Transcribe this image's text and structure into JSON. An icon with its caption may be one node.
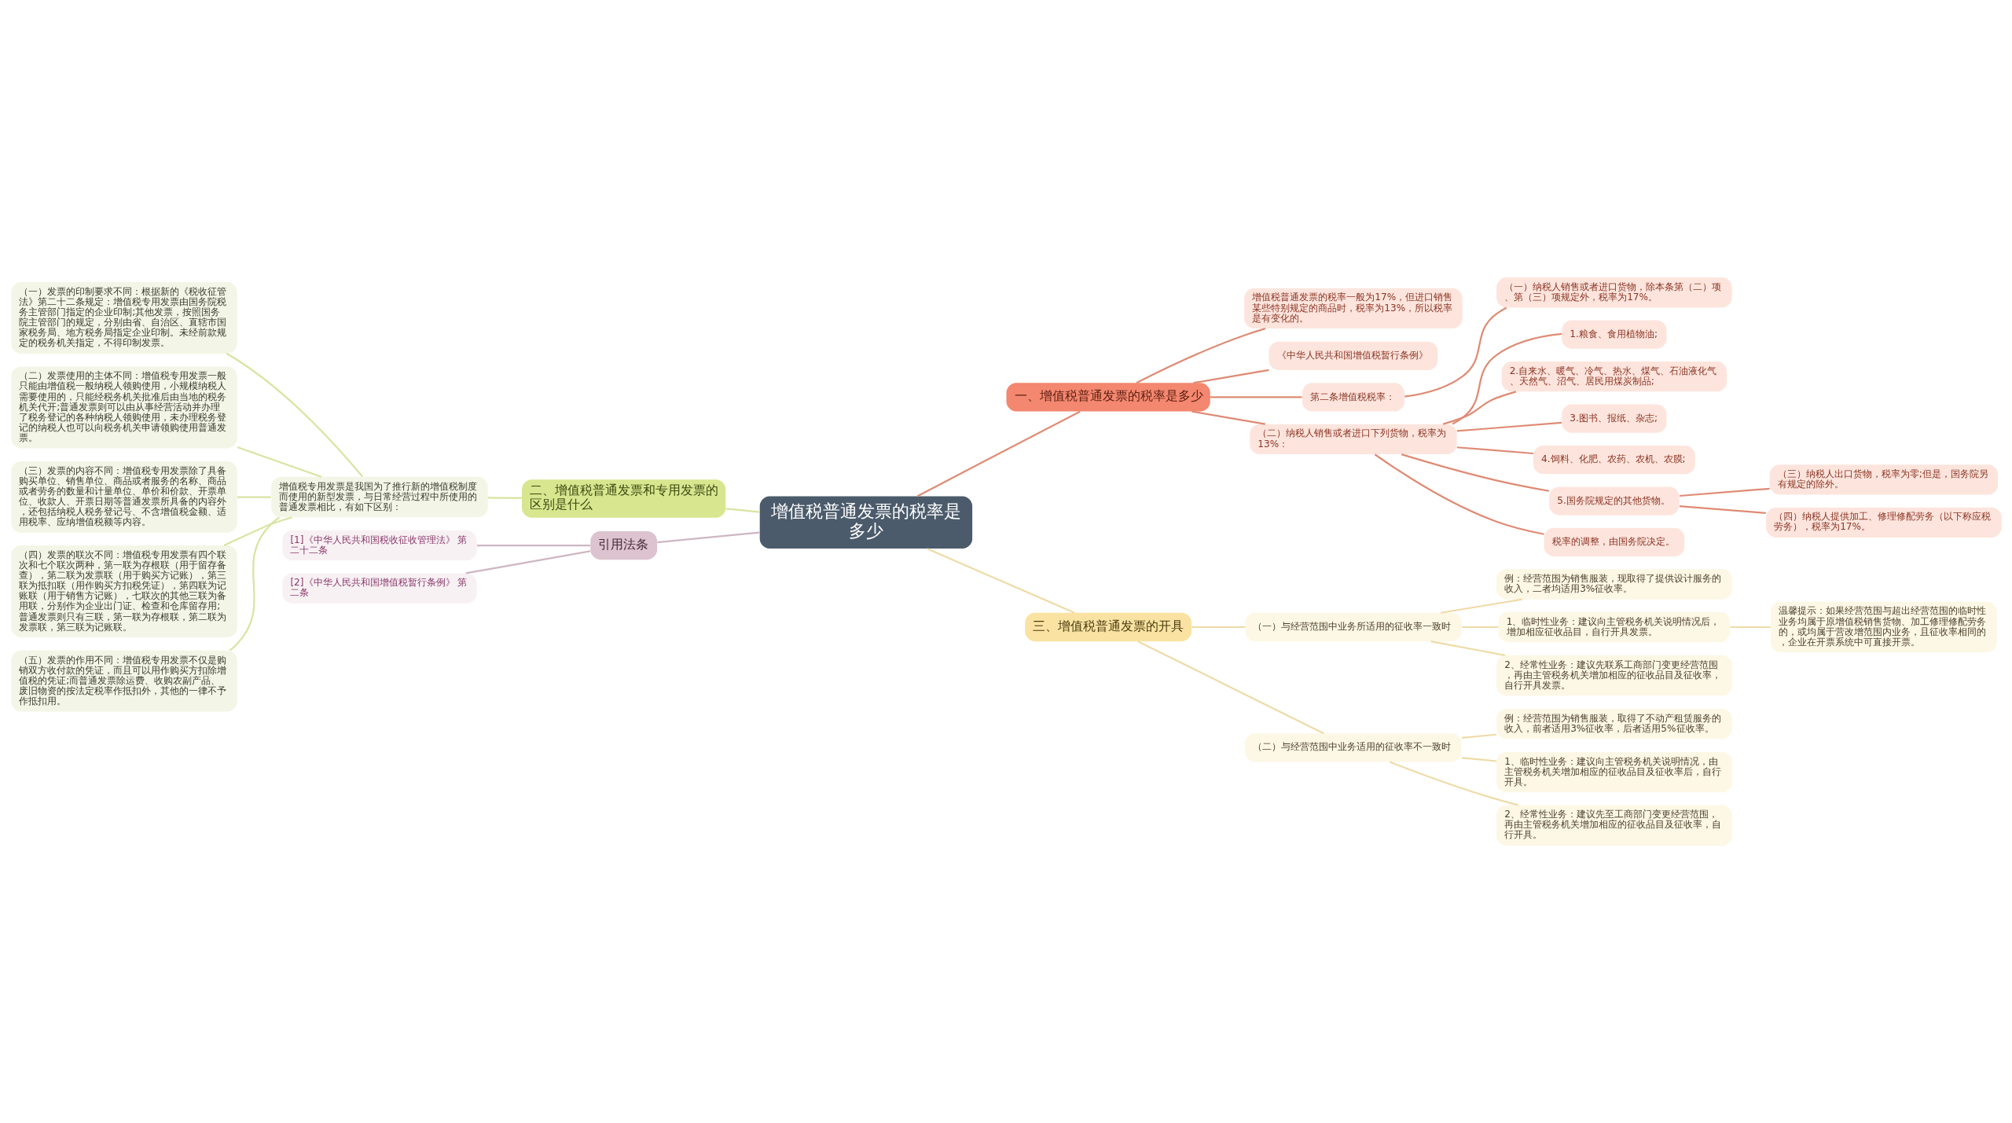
{
  "diagram": {
    "nodes": [
      {
        "text": [
          "增值税普通发票的税率是多少"
        ]
      },
      {
        "text": [
          "一、增值税普通发票的税率是多少"
        ]
      },
      {
        "text": [
          "增值税普通发票的税率一般为17%，但进口销售某些特别规定的商品时，税率为13%，所以税率是有变化的。"
        ]
      },
      {
        "text": [
          "《中华人民共和国增值税暂行条例》"
        ]
      },
      {
        "text": [
          "第二条增值税税率："
        ]
      },
      {
        "text": [
          "（一）纳税人销售或者进口货物，除本条第（二）项、第（三）项规定外，税率为17%。"
        ]
      },
      {
        "text": [
          "（二）纳税人销售或者进口下列货物，税率为13%："
        ]
      },
      {
        "text": [
          "1.粮食、食用植物油;"
        ]
      },
      {
        "text": [
          "2.自来水、暖气、冷气、热水、煤气、石油液化气、天然气、沼气、居民用煤炭制品;"
        ]
      },
      {
        "text": [
          "3.图书、报纸、杂志;"
        ]
      },
      {
        "text": [
          "4.饲料、化肥、农药、农机、农膜;"
        ]
      },
      {
        "text": [
          "5.国务院规定的其他货物。"
        ]
      },
      {
        "text": [
          "（三）纳税人出口货物，税率为零;但是，国务院另有规定的除外。"
        ]
      },
      {
        "text": [
          "（四）纳税人提供加工、修理修配劳务（以下称应税劳务），税率为17%。"
        ]
      },
      {
        "text": [
          "税率的调整，由国务院决定。"
        ]
      },
      {
        "text": [
          "三、增值税普通发票的开具"
        ]
      },
      {
        "text": [
          "（一）与经营范围中业务所适用的征收率一致时"
        ]
      },
      {
        "text": [
          "例：经营范围为销售服装，现取得了提供设计服务的收入，二者均适用3%征收率。"
        ]
      },
      {
        "text": [
          "1、临时性业务：建议向主管税务机关说明情况后，增加相应征收品目，自行开具发票。"
        ]
      },
      {
        "text": [
          "温馨提示：如果经营范围与超出经营范围的临时性业务均属于原增值税销售货物、加工修理修配劳务的，或均属于营改增范围内业务，且征收率相同的，企业在开票系统中可直接开票。"
        ]
      },
      {
        "text": [
          "2、经常性业务：建议先联系工商部门变更经营范围，再由主管税务机关增加相应的征收品目及征收率，自行开具发票。"
        ]
      },
      {
        "text": [
          "（二）与经营范围中业务适用的征收率不一致时"
        ]
      },
      {
        "text": [
          "例：经营范围为销售服装，取得了不动产租赁服务的收入，前者适用3%征收率，后者适用5%征收率。"
        ]
      },
      {
        "text": [
          "1、临时性业务：建议向主管税务机关说明情况，由主管税务机关增加相应的征收品目及征收率后，自行开具。"
        ]
      },
      {
        "text": [
          "2、经常性业务：建议先至工商部门变更经营范围，再由主管税务机关增加相应的征收品目及征收率，自行开具。"
        ]
      },
      {
        "text": [
          "二、增值税普通发票和专用发票的区别是什么"
        ]
      },
      {
        "text": [
          "增值税专用发票是我国为了推行新的增值税制度而使用的新型发票，与日常经营过程中所使用的普通发票相比，有如下区别："
        ]
      },
      {
        "text": [
          "（一）发票的印制要求不同：根据新的《税收征管法》第二十二条规定：增值税专用发票由国务院税务主管部门指定的企业印制;其他发票，按照国务院主管部门的规定，分别由省、自治区、直辖市国家税务局、地方税务局指定企业印制。未经前款规定的税务机关指定，不得印制发票。"
        ]
      },
      {
        "text": [
          "（二）发票使用的主体不同：增值税专用发票一般只能由增值税一般纳税人领购使用，小规模纳税人需要使用的，只能经税务机关批准后由当地的税务机关代开;普通发票则可以由从事经营活动并办理了税务登记的各种纳税人领购使用，未办理税务登记的纳税人也可以向税务机关申请领购使用普通发票。"
        ]
      },
      {
        "text": [
          "（三）发票的内容不同：增值税专用发票除了具备购买单位、销售单位、商品或者服务的名称、商品或者劳务的数量和计量单位、单价和价款、开票单位、收款人、开票日期等普通发票所具备的内容外，还包括纳税人税务登记号、不含增值税金额、适用税率、应纳增值税额等内容。"
        ]
      },
      {
        "text": [
          "（四）发票的联次不同：增值税专用发票有四个联次和七个联次两种，第一联为存根联（用于留存备查），第二联为发票联（用于购买方记账），第三联为抵扣联（用作购买方扣税凭证），第四联为记账联（用于销售方记账），七联次的其他三联为备用联，分别作为企业出门证、检查和仓库留存用;普通发票则只有三联，第一联为存根联，第二联为发票联，第三联为记账联。"
        ]
      },
      {
        "text": [
          "（五）发票的作用不同：增值税专用发票不仅是购销双方收付款的凭证，而且可以用作购买方扣除增值税的凭证;而普通发票除运费、收购农副产品、废旧物资的按法定税率作抵扣外，其他的一律不予作抵扣用。"
        ]
      },
      {
        "text": [
          "引用法条"
        ]
      },
      {
        "text": [
          "[1]《中华人民共和国税收征收管理法》 第二十二条"
        ]
      },
      {
        "text": [
          "[2]《中华人民共和国增值税暂行条例》 第二条"
        ]
      }
    ],
    "edges": [
      {
        "from": 0,
        "to": 1,
        "arrow": "none"
      },
      {
        "from": 1,
        "to": 2,
        "arrow": "none"
      },
      {
        "from": 1,
        "to": 3,
        "arrow": "none"
      },
      {
        "from": 1,
        "to": 4,
        "arrow": "none"
      },
      {
        "from": 4,
        "to": 5,
        "arrow": "none"
      },
      {
        "from": 1,
        "to": 6,
        "arrow": "none"
      },
      {
        "from": 6,
        "to": 7,
        "arrow": "none"
      },
      {
        "from": 6,
        "to": 8,
        "arrow": "none"
      },
      {
        "from": 6,
        "to": 9,
        "arrow": "none"
      },
      {
        "from": 6,
        "to": 10,
        "arrow": "none"
      },
      {
        "from": 6,
        "to": 11,
        "arrow": "none"
      },
      {
        "from": 11,
        "to": 12,
        "arrow": "none"
      },
      {
        "from": 11,
        "to": 13,
        "arrow": "none"
      },
      {
        "from": 6,
        "to": 14,
        "arrow": "none"
      },
      {
        "from": 0,
        "to": 15,
        "arrow": "none",
        "color": "#eedba6"
      },
      {
        "from": 15,
        "to": 16,
        "arrow": "none",
        "color": "#eedba6"
      },
      {
        "from": 16,
        "to": 17,
        "arrow": "none",
        "color": "#eedba6"
      },
      {
        "from": 16,
        "to": 18,
        "arrow": "none",
        "color": "#eedba6"
      },
      {
        "from": 18,
        "to": 19,
        "arrow": "none",
        "color": "#eedba6"
      },
      {
        "from": 16,
        "to": 20,
        "arrow": "none",
        "color": "#eedba6"
      },
      {
        "from": 15,
        "to": 21,
        "arrow": "none",
        "color": "#eedba6"
      },
      {
        "from": 21,
        "to": 22,
        "arrow": "none",
        "color": "#eedba6"
      },
      {
        "from": 21,
        "to": 23,
        "arrow": "none",
        "color": "#eedba6"
      },
      {
        "from": 21,
        "to": 24,
        "arrow": "none",
        "color": "#eedba6"
      },
      {
        "from": 25,
        "to": 0,
        "arrow": "none",
        "color": "#d8e4a0"
      },
      {
        "from": 26,
        "to": 25,
        "arrow": "none",
        "color": "#d8e4a0"
      },
      {
        "from": 27,
        "to": 26,
        "arrow": "none",
        "color": "#d8e4a0"
      },
      {
        "from": 28,
        "to": 26,
        "arrow": "none",
        "color": "#d8e4a0"
      },
      {
        "from": 29,
        "to": 26,
        "arrow": "none",
        "color": "#d8e4a0"
      },
      {
        "from": 30,
        "to": 26,
        "arrow": "none",
        "color": "#d8e4a0"
      },
      {
        "from": 31,
        "to": 26,
        "arrow": "none",
        "color": "#d8e4a0"
      },
      {
        "from": 32,
        "to": 0,
        "arrow": "none",
        "color": "#cfb6c3"
      },
      {
        "from": 33,
        "to": 32,
        "arrow": "none",
        "color": "#cfb6c3"
      },
      {
        "from": 34,
        "to": 32,
        "arrow": "none",
        "color": "#cfb6c3"
      }
    ]
  }
}
